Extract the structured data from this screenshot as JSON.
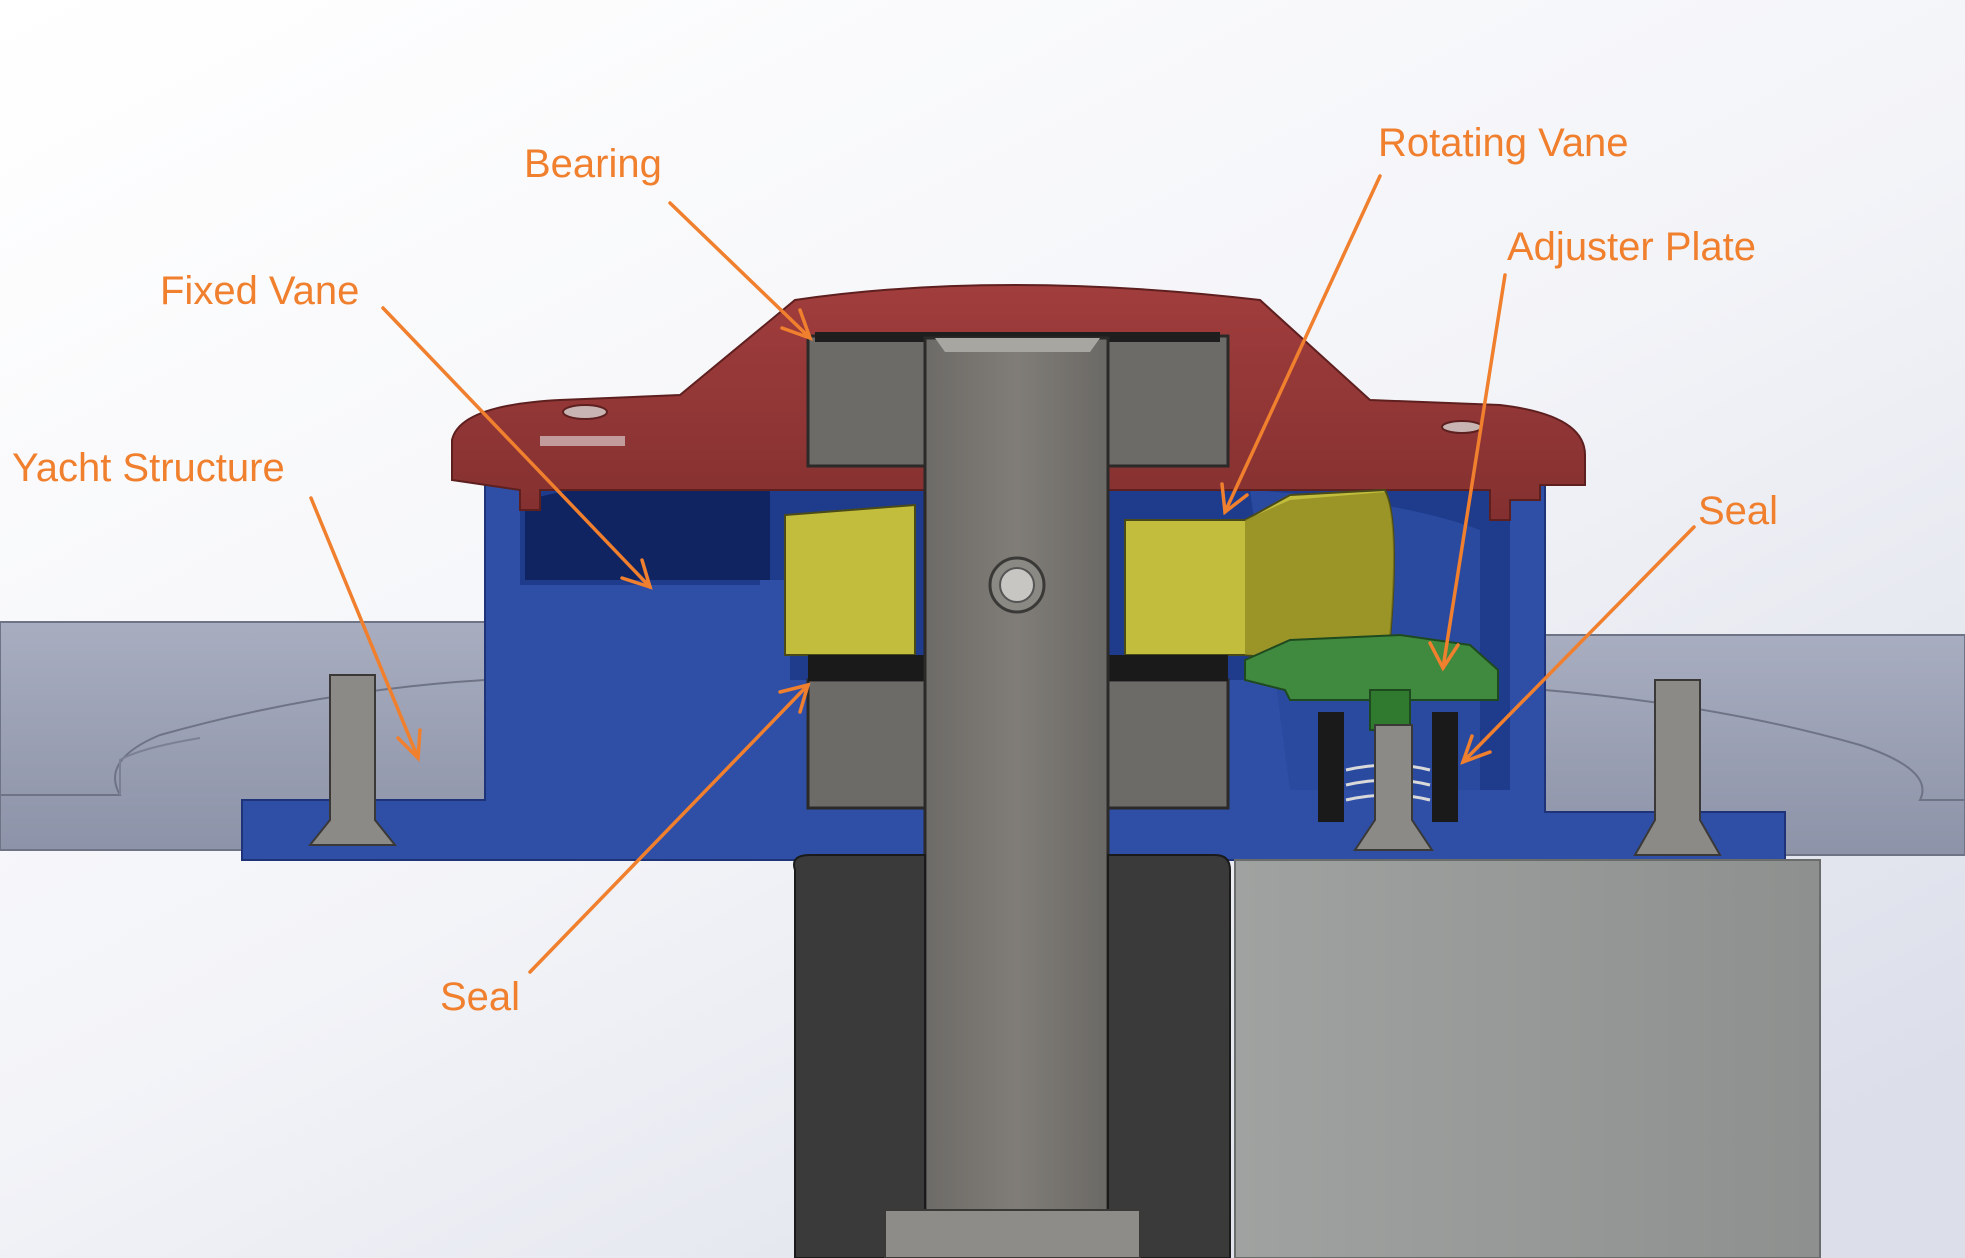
{
  "labels": {
    "bearing": "Bearing",
    "rotating_vane": "Rotating Vane",
    "fixed_vane": "Fixed Vane",
    "adjuster_plate": "Adjuster Plate",
    "yacht_structure": "Yacht Structure",
    "seal_right": "Seal",
    "seal_lower": "Seal"
  },
  "colors": {
    "callout": "#f07f2e",
    "housing_blue": "#2f4fa6",
    "cap_red": "#8e3535",
    "vane_yellow": "#c2bd3c",
    "adjuster_green": "#3f8a3f",
    "shaft_grey": "#767470",
    "deck_grey": "#9aa0b5"
  }
}
